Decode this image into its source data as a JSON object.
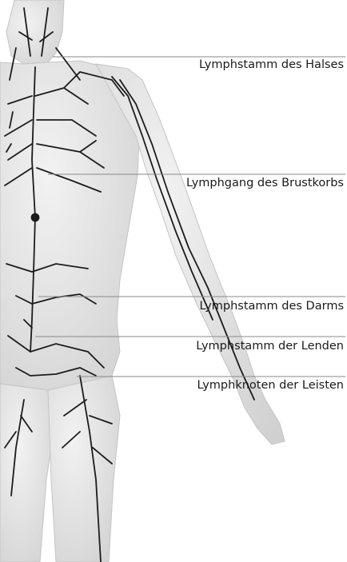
{
  "labels": [
    "Lymphstamm des Halses",
    "Lymphgang des Brustkorbs",
    "Lymphstamm des Darms",
    "Lymphstamm der Lenden",
    "Lymphknoten der Leisten"
  ],
  "colors": {
    "background": "#ffffff",
    "body": "#e3e3e3",
    "vessel": "#1c1c1c",
    "leader_line": "#8a8a8a"
  }
}
